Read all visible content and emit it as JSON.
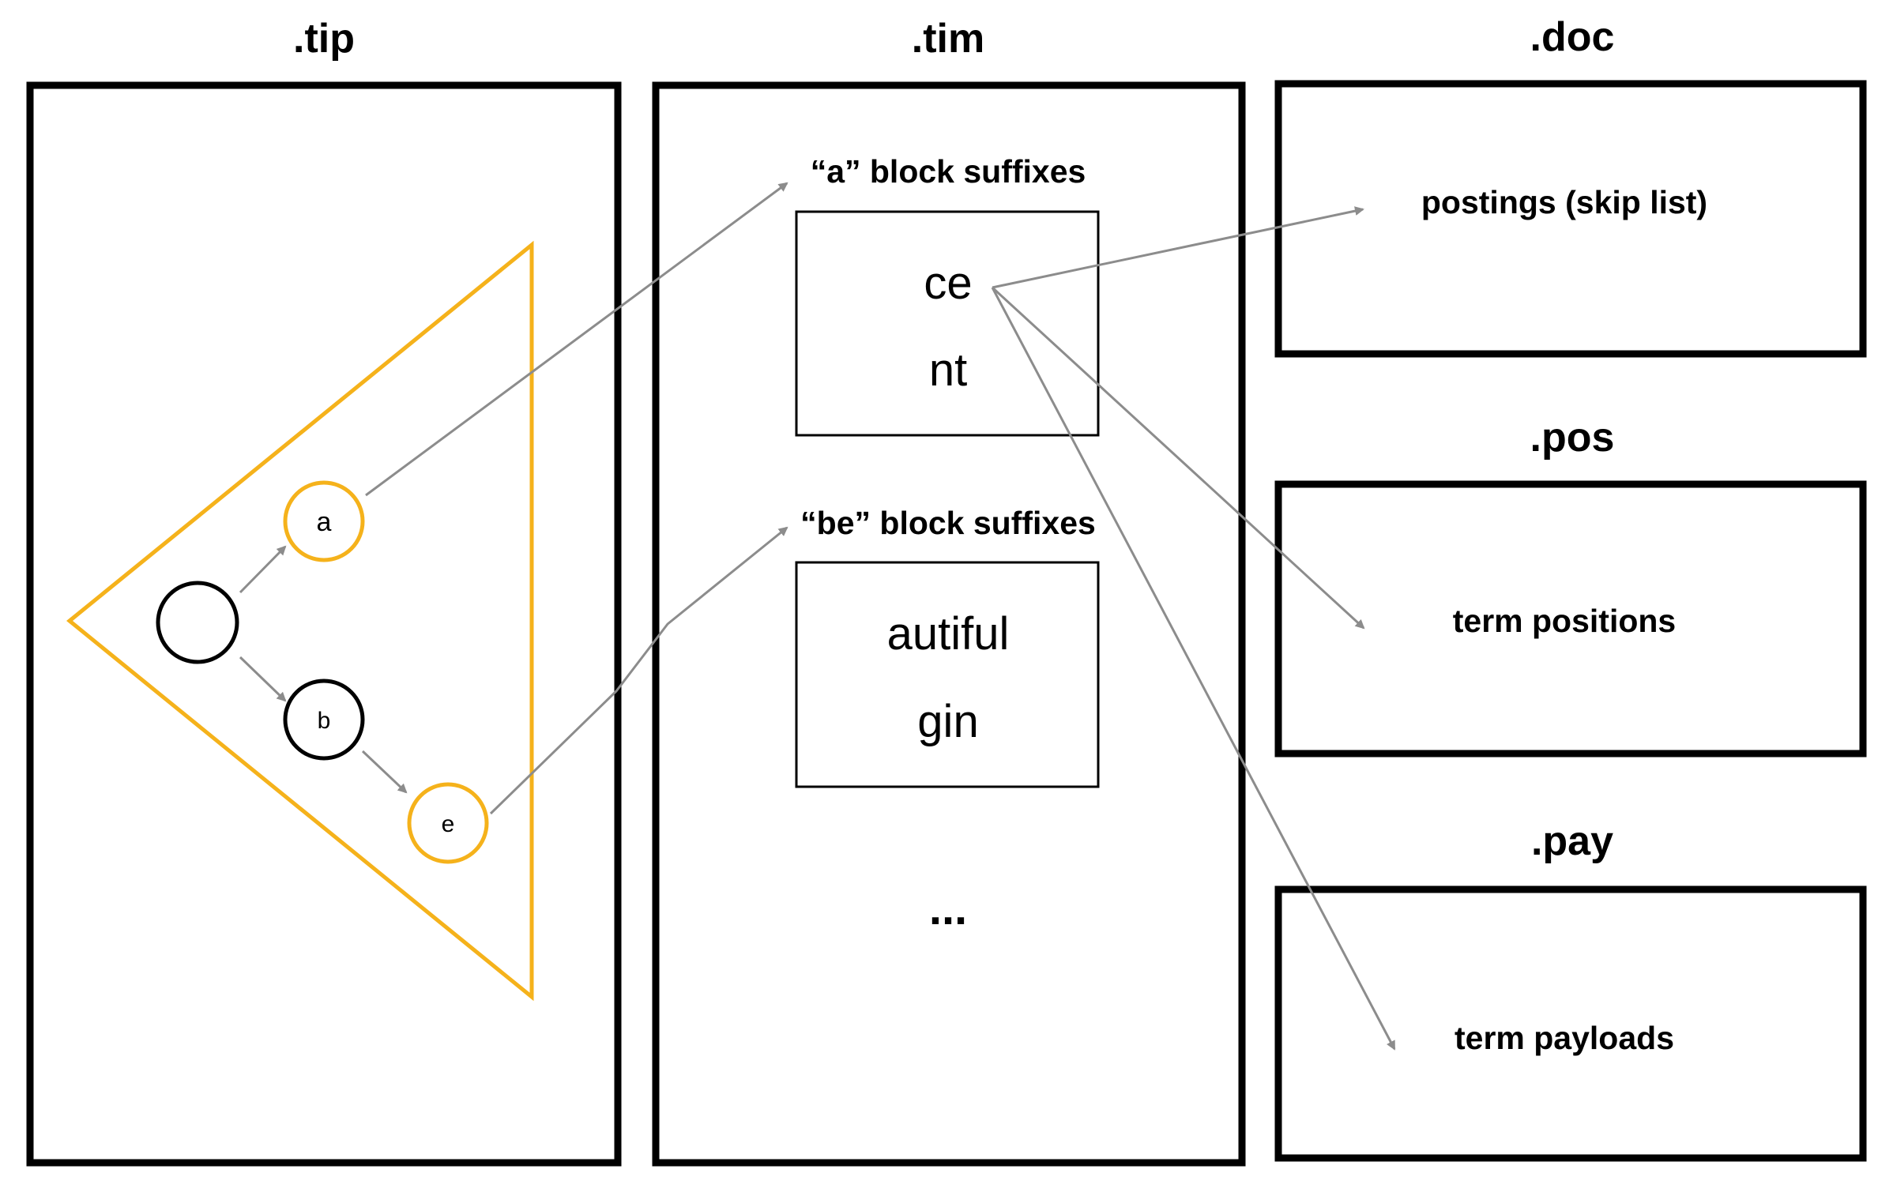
{
  "files": {
    "tip": {
      "title": ".tip"
    },
    "tim": {
      "title": ".tim"
    },
    "doc": {
      "title": ".doc"
    },
    "pos": {
      "title": ".pos"
    },
    "pay": {
      "title": ".pay"
    }
  },
  "trie": {
    "nodes": {
      "root": {
        "label": ""
      },
      "a": {
        "label": "a"
      },
      "b": {
        "label": "b"
      },
      "e": {
        "label": "e"
      }
    }
  },
  "blocks": {
    "a_block": {
      "label": "“a” block suffixes",
      "suffixes": [
        "ce",
        "nt"
      ]
    },
    "be_block": {
      "label": "“be” block suffixes",
      "suffixes": [
        "autiful",
        "gin"
      ]
    },
    "more": "..."
  },
  "doc": {
    "label": "postings (skip list)"
  },
  "pos": {
    "label": "term positions"
  },
  "pay": {
    "label": "term payloads"
  },
  "colors": {
    "highlight": "#f5b21b",
    "arrow": "#8c8c8c",
    "stroke": "#000000"
  }
}
